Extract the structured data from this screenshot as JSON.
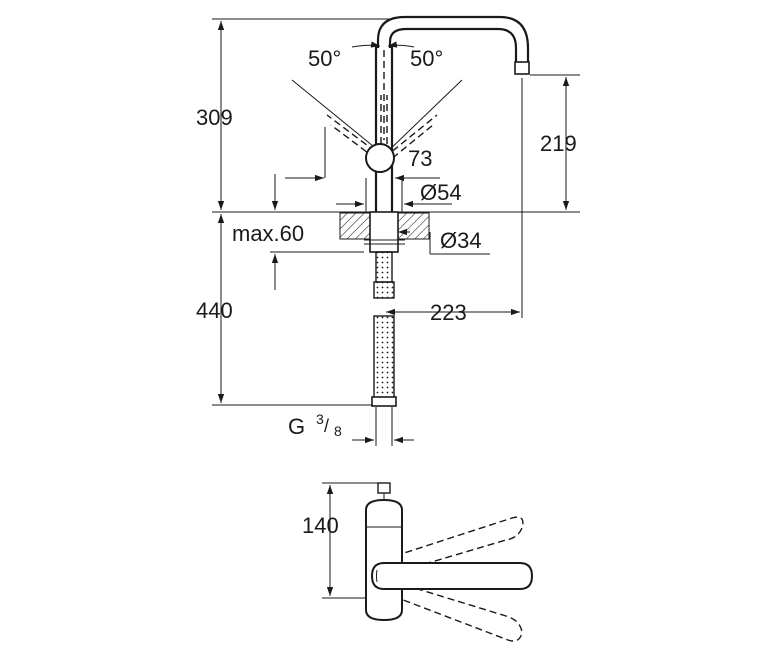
{
  "dimensions": {
    "total_height_above": "309",
    "spout_height": "219",
    "max_thickness": "max.60",
    "depth_below": "440",
    "spout_reach": "223",
    "handle_height": "73",
    "body_diameter": "Ø54",
    "hole_diameter": "Ø34",
    "angle_left": "50°",
    "angle_right": "50°",
    "thread_letter": "G",
    "thread_numerator": "3",
    "thread_denominator": "8",
    "top_view_depth": "140"
  }
}
